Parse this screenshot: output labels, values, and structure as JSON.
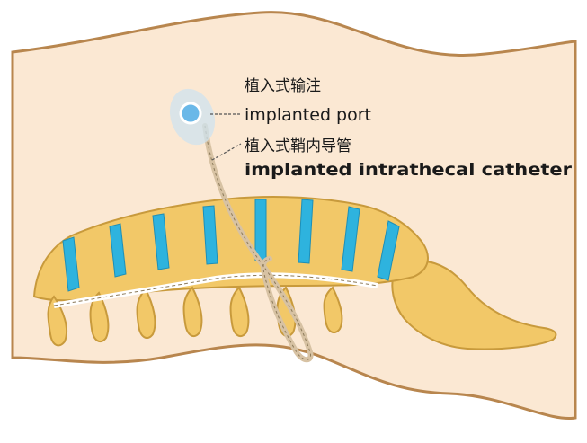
{
  "labels": {
    "port_cn": "植入式输注",
    "port_en": "implanted port",
    "catheter_cn": "植入式鞘内导管",
    "catheter_en": "implanted intrathecal catheter"
  },
  "colors": {
    "body_tissue": "#fbe8d3",
    "skin_outline": "#b8864e",
    "bone": "#f2c868",
    "bone_outline": "#c89a3c",
    "disc": "#2eb3de",
    "catheter": "#d7c2a3",
    "port": "#cfe3ef",
    "port_core": "#6ab8e8"
  }
}
